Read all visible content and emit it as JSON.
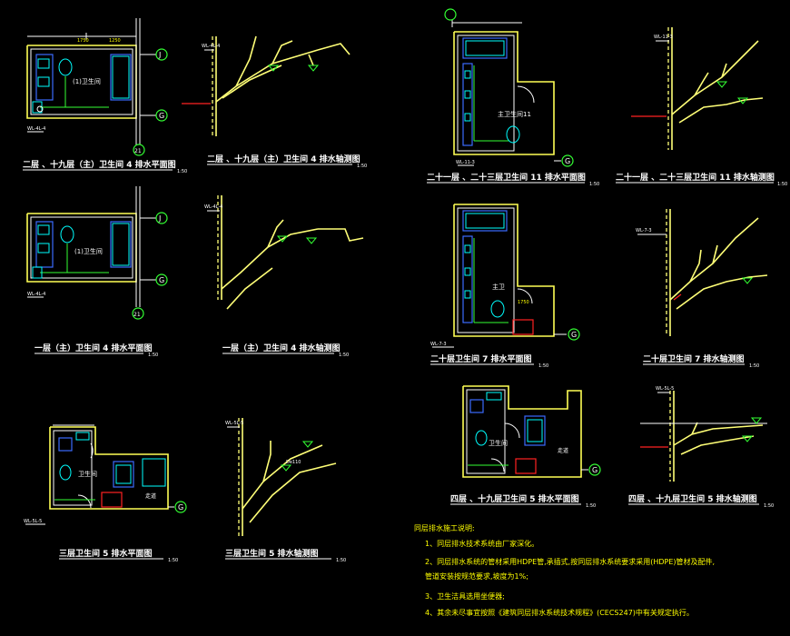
{
  "drawings": {
    "d1": {
      "title": "二层 、十九层（主）卫生间 4 排水平面图",
      "scale": "1:50",
      "room": "(1)卫生间"
    },
    "d2": {
      "title": "二层 、十九层（主）卫生间 4 排水轴测图",
      "scale": "1:50"
    },
    "d3": {
      "title": "一层（主）卫生间 4 排水平面图",
      "scale": "1:50",
      "room": "(1)卫生间"
    },
    "d4": {
      "title": "一层（主）卫生间 4 排水轴测图",
      "scale": "1:50"
    },
    "d5": {
      "title": "三层卫生间 5 排水平面图",
      "scale": "1:50",
      "room": "卫生间"
    },
    "d6": {
      "title": "三层卫生间 5 排水轴测图",
      "scale": "1:50"
    },
    "d7": {
      "title": "二十一层 、二十三层卫生间 11 排水平面图",
      "scale": "1:50",
      "room": "主卫生间11"
    },
    "d8": {
      "title": "二十一层 、二十三层卫生间 11 排水轴测图",
      "scale": "1:50"
    },
    "d9": {
      "title": "二十层卫生间 7 排水平面图",
      "scale": "1:50",
      "room": "主卫"
    },
    "d10": {
      "title": "二十层卫生间 7 排水轴测图",
      "scale": "1:50"
    },
    "d11": {
      "title": "四层 、十九层卫生间 5 排水平面图",
      "scale": "1:50",
      "room": "卫生间"
    },
    "d12": {
      "title": "四层 、十九层卫生间 5 排水轴测图",
      "scale": "1:50"
    }
  },
  "axis_labels": {
    "j": "J",
    "g": "G",
    "n21": "21"
  },
  "pipe_tags": {
    "wl4": "WL-4L-4",
    "wl5": "WL-5L-5",
    "wl11": "WL-11-3",
    "wl7": "WL-7-3",
    "wl5b": "WL-5L-5"
  },
  "dims": {
    "d1": "1750",
    "d2": "1250"
  },
  "notes": {
    "heading": "同层排水施工说明:",
    "items": [
      "1、同层排水技术系统由厂家深化。",
      "2、同层排水系统的管材采用HDPE管,承插式,按同层排水系统要求采用(HDPE)管材及配件,",
      "管道安装按规范要求,坡度为1%;",
      "3、卫生洁具选用坐便器;",
      "4、其余未尽事宜按照《建筑同层排水系统技术规程》(CECS247)中有关规定执行。"
    ]
  },
  "colors": {
    "background": "#000000",
    "wall": "#ffff55",
    "fixture": "#00ffff",
    "pipe": "#ffff77",
    "axis": "#33ff33",
    "title": "#ffffff"
  }
}
